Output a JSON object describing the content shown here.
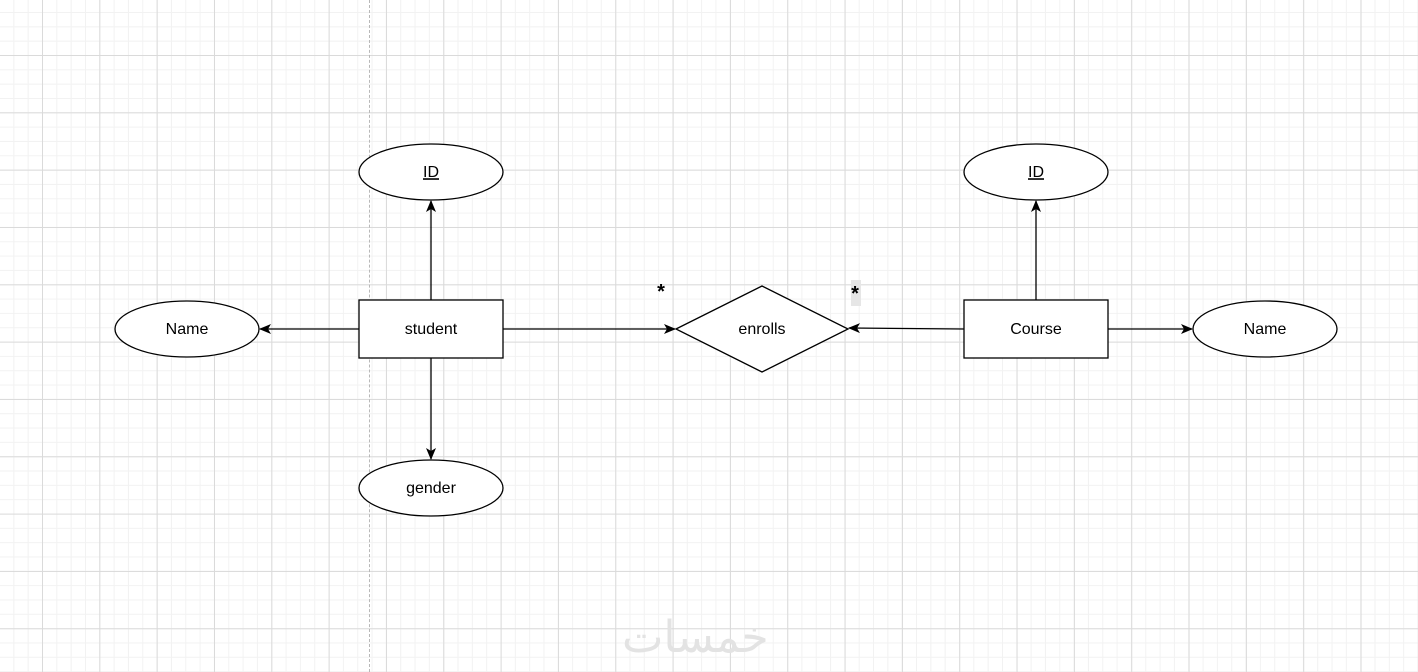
{
  "diagram": {
    "entities": {
      "student": "student",
      "course": "Course"
    },
    "relationship": "enrolls",
    "attributes": {
      "student_id": "ID",
      "student_name": "Name",
      "student_gender": "gender",
      "course_id": "ID",
      "course_name": "Name"
    },
    "cardinality": {
      "student_side": "*",
      "course_side": "*"
    }
  },
  "watermark": "خمسات"
}
